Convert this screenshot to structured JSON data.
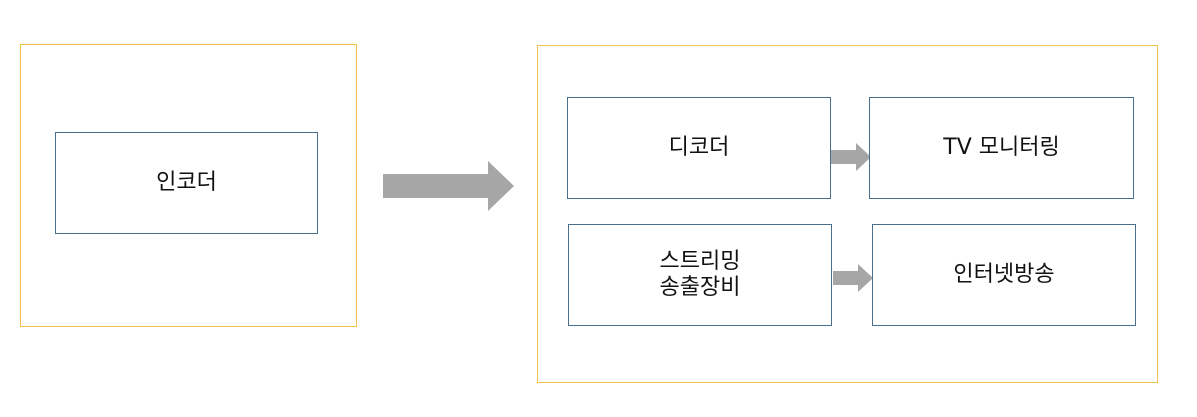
{
  "colors": {
    "group_border": "#f2c14e",
    "node_border": "#4a6f8a",
    "arrow_fill": "#a6a6a6"
  },
  "encoder": {
    "label": "인코더"
  },
  "outputs": {
    "decoder": {
      "label": "디코더"
    },
    "tv_monitoring": {
      "label": "TV 모니터링"
    },
    "streaming_equipment": {
      "label": "스트리밍\n송출장비"
    },
    "internet_broadcast": {
      "label": "인터넷방송"
    }
  }
}
